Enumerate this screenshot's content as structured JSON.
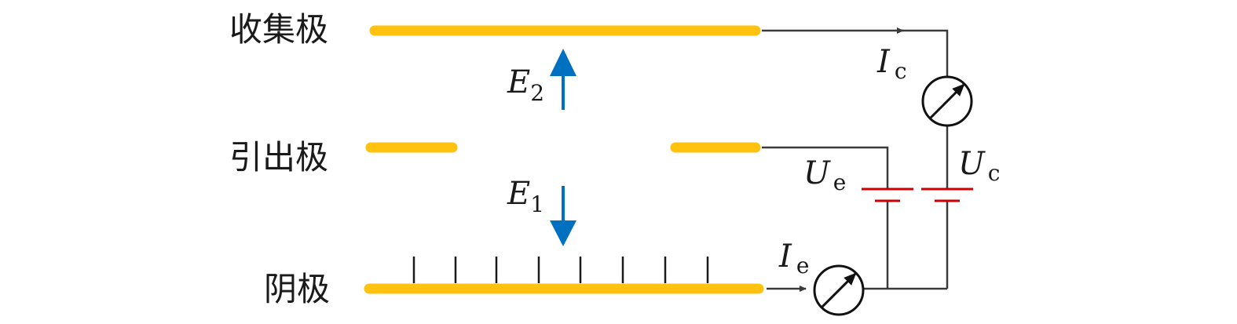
{
  "colors": {
    "electrode": "#ffc20e",
    "field_arrow": "#0070c0",
    "battery": "#cc0000",
    "wire": "#3a3a3a"
  },
  "electrodes": {
    "collector": "收集极",
    "extractor": "引出极",
    "cathode": "阴极"
  },
  "fields": {
    "E2": {
      "main": "E",
      "sub": "2"
    },
    "E1": {
      "main": "E",
      "sub": "1"
    }
  },
  "currents": {
    "Ic": {
      "main": "I",
      "sub": "c"
    },
    "Ie": {
      "main": "I",
      "sub": "e"
    }
  },
  "voltages": {
    "Ue": {
      "main": "U",
      "sub": "e"
    },
    "Uc": {
      "main": "U",
      "sub": "c"
    }
  },
  "icons": {
    "collector_ammeter": "ammeter-icon",
    "cathode_ammeter": "ammeter-icon",
    "extraction_battery": "battery-icon",
    "collection_battery": "battery-icon"
  },
  "emitter_tip_count": 8
}
